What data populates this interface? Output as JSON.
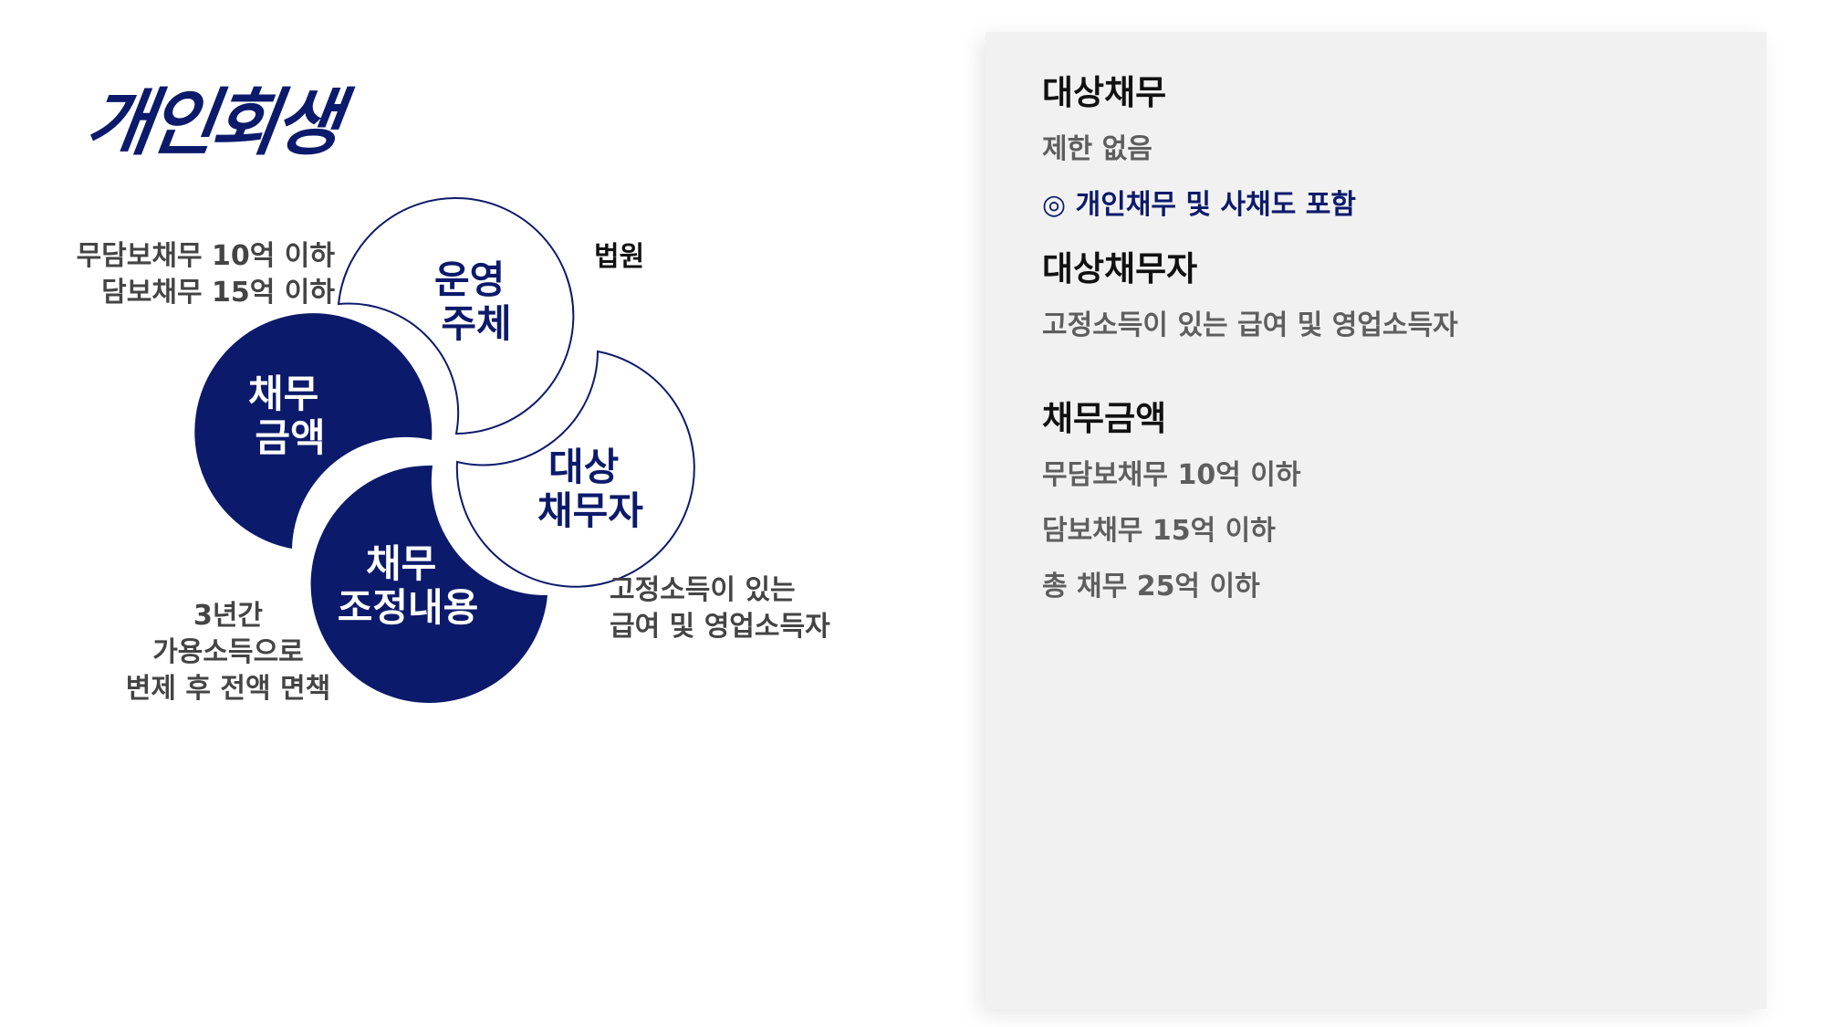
{
  "title": "개인회생",
  "diagram": {
    "circles": [
      {
        "line1": "운영",
        "line2": "주체"
      },
      {
        "line1": "대상",
        "line2": "채무자"
      },
      {
        "line1": "채무",
        "line2": "조정내용"
      },
      {
        "line1": "채무",
        "line2": "금액"
      }
    ],
    "notes": {
      "court": "법원",
      "amount": [
        "무담보채무 10억 이하",
        "담보채무 15억 이하"
      ],
      "debtor": [
        "고정소득이 있는",
        "급여 및 영업소득자"
      ],
      "adjustment": [
        "3년간",
        "가용소득으로",
        "변제 후 전액 면책"
      ]
    }
  },
  "panel": {
    "sections": [
      {
        "heading": "대상채무",
        "lines": [
          "제한 없음",
          "◎ 개인채무 및 사채도 포함"
        ]
      },
      {
        "heading": "대상채무자",
        "lines": [
          "고정소득이 있는 급여 및 영업소득자"
        ]
      },
      {
        "heading": "채무금액",
        "lines": [
          "무담보채무 10억 이하",
          "담보채무 15억 이하",
          "총 채무 25억 이하"
        ]
      }
    ]
  },
  "colors": {
    "navy": "#0c1a6b",
    "panel_bg": "#f1f1f1",
    "note_gray": "#444444",
    "body_gray": "#5e5e5e"
  }
}
